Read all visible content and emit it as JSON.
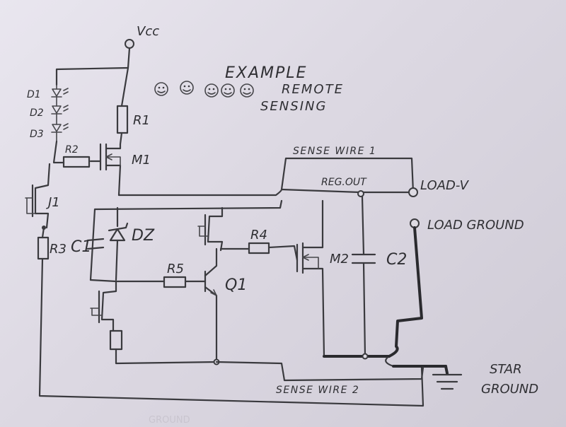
{
  "title": "EXAMPLE",
  "subtitle_line1": "REMOTE",
  "subtitle_line2": "SENSING",
  "supply_label": "Vcc",
  "nodes": {
    "reg_out": "REG.OUT",
    "load_v": "LOAD-V",
    "load_ground": "LOAD GROUND",
    "star_ground_line1": "STAR",
    "star_ground_line2": "GROUND"
  },
  "wires": {
    "sense_wire_1": "SENSE WIRE 1",
    "sense_wire_2": "SENSE WIRE 2"
  },
  "components": {
    "d1": "D1",
    "d2": "D2",
    "d3": "D3",
    "r1": "R1",
    "r2": "R2",
    "r3": "R3",
    "r4": "R4",
    "r5": "R5",
    "m1": "M1",
    "m2": "M2",
    "j1": "J1",
    "c1": "C1",
    "c2": "C2",
    "dz": "DZ",
    "q1": "Q1"
  },
  "faint_text": "GROUND"
}
